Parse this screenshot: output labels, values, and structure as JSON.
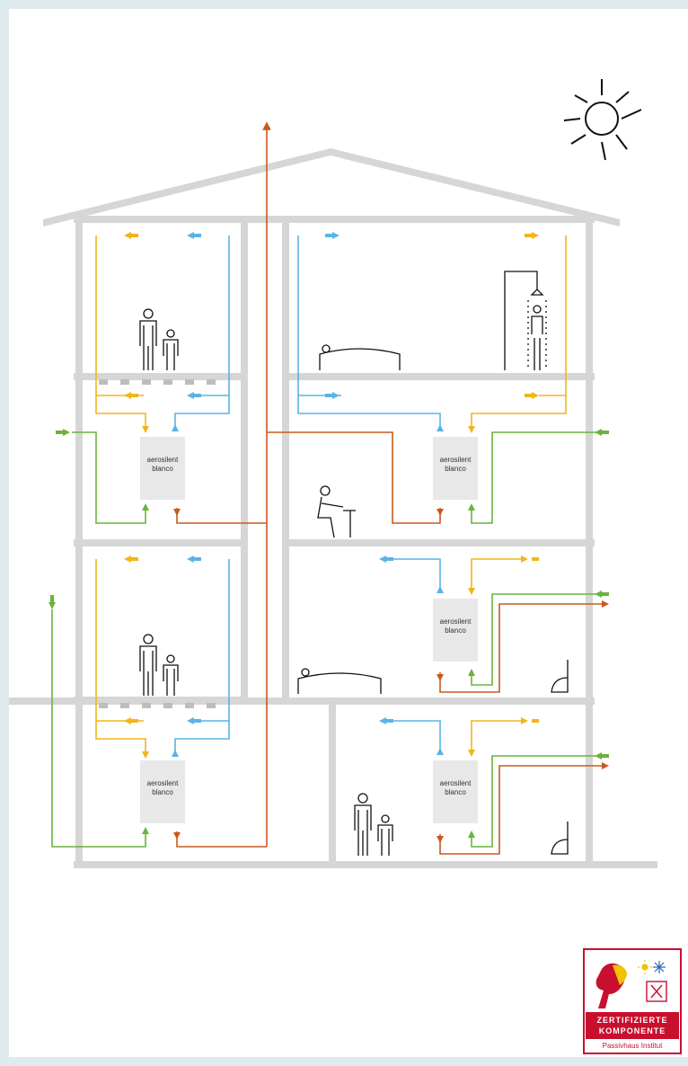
{
  "colors": {
    "background": "#dfeaef",
    "structure": "#d6d6d6",
    "supply_air": "#5ab4e5",
    "extract_air": "#f2b51b",
    "outdoor_air": "#6ab33e",
    "exhaust_air": "#c85a1e",
    "unit_fill": "#e8e8e8",
    "certificate_red": "#c8102e"
  },
  "units": [
    {
      "line1": "aerosilent",
      "line2": "blanco"
    },
    {
      "line1": "aerosilent",
      "line2": "blanco"
    },
    {
      "line1": "aerosilent",
      "line2": "blanco"
    },
    {
      "line1": "aerosilent",
      "line2": "blanco"
    },
    {
      "line1": "aerosilent",
      "line2": "blanco"
    }
  ],
  "certificate": {
    "line1": "ZERTIFIZIERTE",
    "line2": "KOMPONENTE",
    "line3": "Passivhaus Institut"
  }
}
